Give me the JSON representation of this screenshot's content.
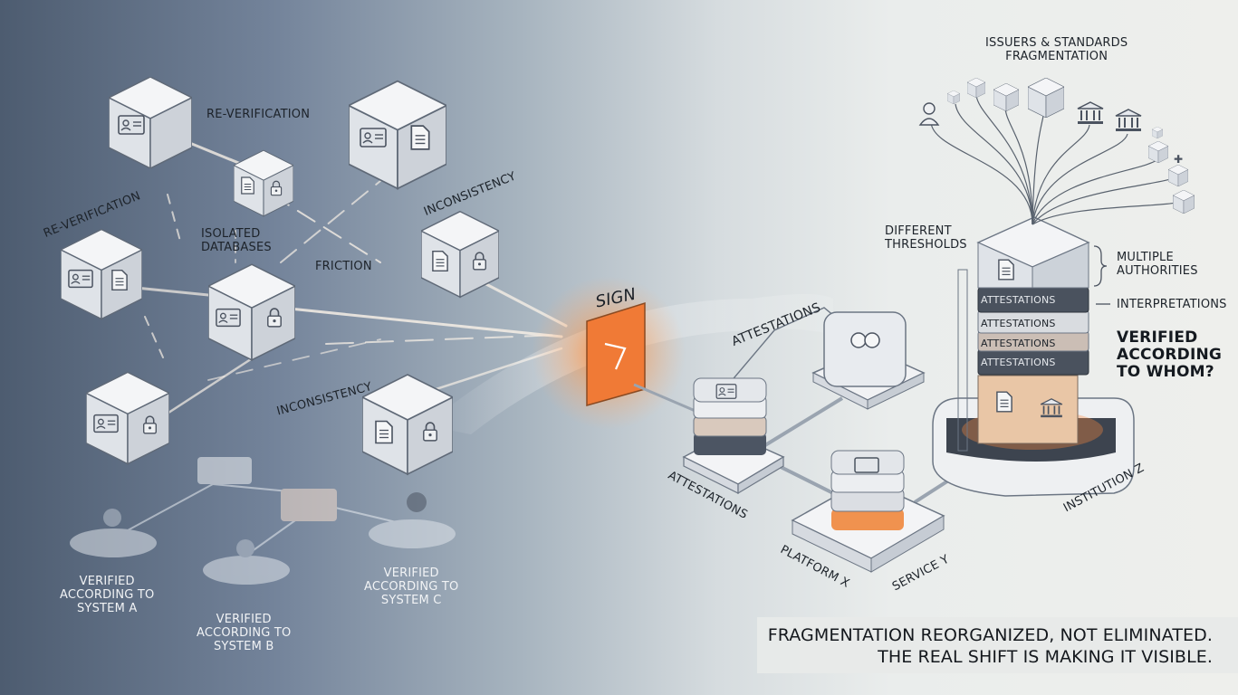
{
  "labels": {
    "reverification_top": "RE-VERIFICATION",
    "reverification_left": "RE-VERIFICATION",
    "inconsistency_top": "INCONSISTENCY",
    "isolated_databases": "ISOLATED\nDATABASES",
    "friction": "FRICTION",
    "inconsistency_bottom": "INCONSISTENCY",
    "sign": "SIGN",
    "attestations_top": "ATTESTATIONS",
    "attestations_bottom": "ATTESTATIONS",
    "platform_x": "PLATFORM X",
    "service_y": "SERVICE Y",
    "institution_z": "INSTITUTION Z",
    "issuers_standards": "ISSUERS & STANDARDS\nFRAGMENTATION",
    "different_thresholds": "DIFFERENT\nTHRESHOLDS",
    "multiple_authorities": "MULTIPLE\nAUTHORITIES",
    "interpretations": "INTERPRETATIONS",
    "verified_according_to_whom": "VERIFIED\nACCORDING\nTO WHOM?",
    "layer_label": "ATTESTATIONS"
  },
  "systems": {
    "a": "VERIFIED\nACCORDING TO\nSYSTEM A",
    "b": "VERIFIED\nACCORDING TO\nSYSTEM B",
    "c": "VERIFIED\nACCORDING TO\nSYSTEM C"
  },
  "caption": {
    "line1": "FRAGMENTATION REORGANIZED, NOT ELIMINATED.",
    "line2": "THE REAL SHIFT IS MAKING IT VISIBLE."
  },
  "colors": {
    "accent_orange": "#f07a36",
    "cube_face": "#e8ebef",
    "cube_edge": "#6c7684",
    "dark_layer": "#4a525e"
  },
  "icons": [
    "id-card-icon",
    "document-icon",
    "padlock-icon",
    "user-icon",
    "cube-icon",
    "institution-icon",
    "sign-arrow-icon"
  ]
}
